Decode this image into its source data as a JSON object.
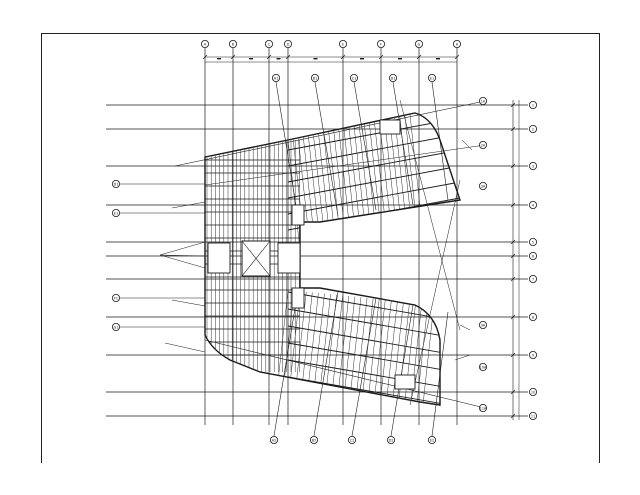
{
  "drawing": {
    "type": "structural framing floor plan",
    "line_color": "#1a1a1a",
    "hatch_color": "#333333",
    "background": "#ffffff",
    "top_grid_bubbles": [
      "A",
      "B",
      "C",
      "D",
      "E",
      "F",
      "G",
      "H"
    ],
    "right_grid_bubbles": [
      "1",
      "2",
      "3",
      "4",
      "5",
      "6",
      "7",
      "8",
      "9",
      "10",
      "11"
    ],
    "diagonal_grid_bubbles_upper": [
      "A1",
      "B1",
      "C1",
      "D1",
      "E1"
    ],
    "diagonal_grid_bubbles_lower": [
      "A2",
      "B2",
      "C2",
      "D2",
      "E2"
    ],
    "left_bubbles": [
      "D1",
      "E1",
      "F1",
      "G1"
    ],
    "right_wing_bubbles": [
      "1A",
      "2A",
      "3A",
      "9A",
      "10A",
      "11A"
    ]
  }
}
